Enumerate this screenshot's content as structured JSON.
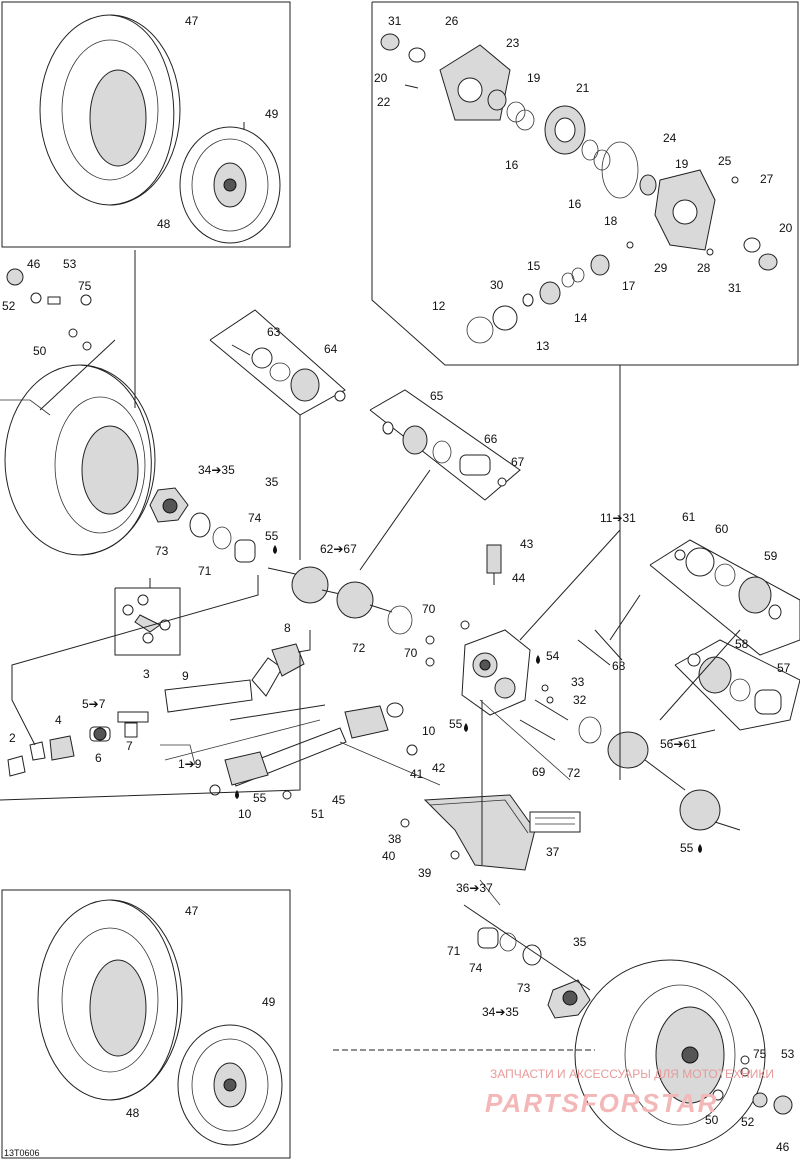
{
  "drawing_number": "13T0606",
  "watermark": {
    "line1": "ЗАПЧАСТИ И АКСЕССУАРЫ ДЛЯ МОТОТЕХНИКИ",
    "line2": "PARTSFORSTAR"
  },
  "callouts": {
    "c47a": "47",
    "c49a": "49",
    "c48a": "48",
    "c46a": "46",
    "c53a": "53",
    "c75a": "75",
    "c52a": "52",
    "c50a": "50",
    "c34a": "34➔35",
    "c35a": "35",
    "c74a": "74",
    "c73a": "73",
    "c71a": "71",
    "c55a": "55",
    "c3": "3",
    "c9": "9",
    "c8": "8",
    "c2": "2",
    "c4": "4",
    "c57range": "5➔7",
    "c6": "6",
    "c7": "7",
    "c19range": "1➔9",
    "c10a": "10",
    "c55b": "55",
    "c10b": "10",
    "c41": "41",
    "c42": "42",
    "c51": "51",
    "c45": "45",
    "c63": "63",
    "c64": "64",
    "c65": "65",
    "c66": "66",
    "c67": "67",
    "c62range": "62➔67",
    "c43": "43",
    "c44": "44",
    "c72a": "72",
    "c70a": "70",
    "c70b": "70",
    "c54": "54",
    "c33": "33",
    "c32": "32",
    "c55c": "55",
    "c68": "68",
    "c69": "69",
    "c72b": "72",
    "c38": "38",
    "c40": "40",
    "c39": "39",
    "c37": "37",
    "c36range": "36➔37",
    "c31a": "31",
    "c26": "26",
    "c23": "23",
    "c20a": "20",
    "c22": "22",
    "c19": "19",
    "c21": "21",
    "c16a": "16",
    "c24": "24",
    "c16b": "16",
    "c19b": "19",
    "c25": "25",
    "c27": "27",
    "c18": "18",
    "c20b": "20",
    "c15": "15",
    "c29": "29",
    "c28": "28",
    "c31b": "31",
    "c30": "30",
    "c17": "17",
    "c12": "12",
    "c14": "14",
    "c13": "13",
    "c11range": "11➔31",
    "c61": "61",
    "c60": "60",
    "c59": "59",
    "c58": "58",
    "c57": "57",
    "c56range": "56➔61",
    "c55d": "55",
    "c47b": "47",
    "c49b": "49",
    "c48b": "48",
    "c71b": "71",
    "c74b": "74",
    "c73b": "73",
    "c35b": "35",
    "c34b": "34➔35",
    "c75b": "75",
    "c53b": "53",
    "c50b": "50",
    "c52b": "52",
    "c46b": "46"
  }
}
